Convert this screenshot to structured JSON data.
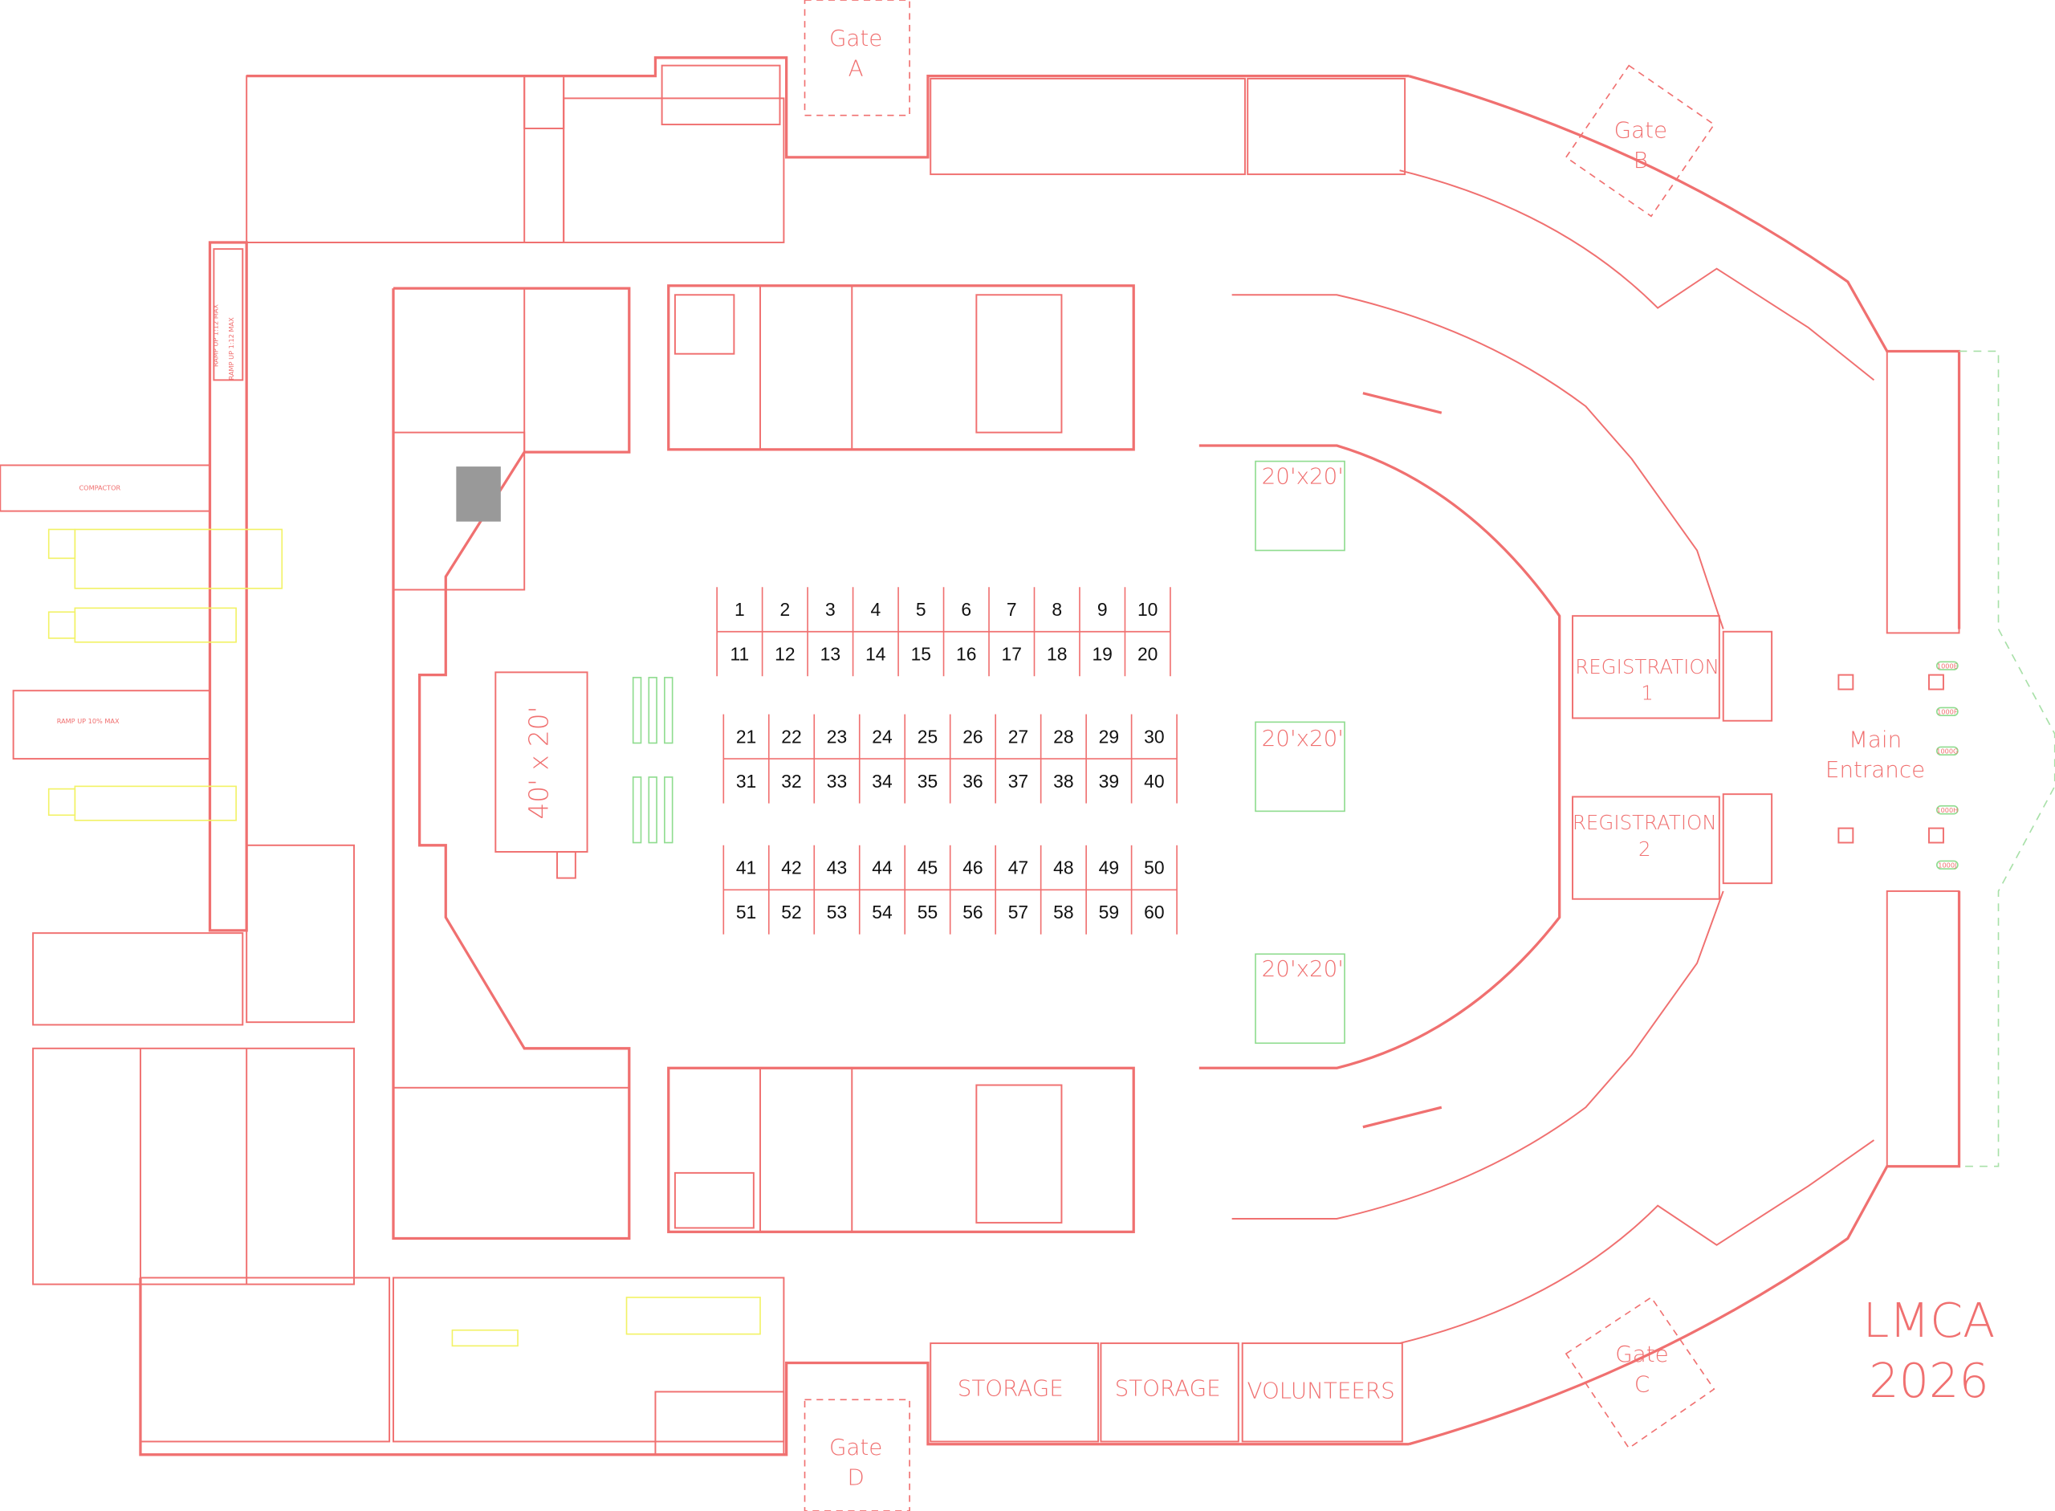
{
  "title": "LMCA 2026",
  "title_lines": [
    "LMCA",
    "2026"
  ],
  "gates": [
    {
      "name": "Gate",
      "letter": "A"
    },
    {
      "name": "Gate",
      "letter": "B"
    },
    {
      "name": "Gate",
      "letter": "C"
    },
    {
      "name": "Gate",
      "letter": "D"
    }
  ],
  "areas": {
    "stage": "40' x 20'",
    "booth_20x20": [
      "20'x20'",
      "20'x20'",
      "20'x20'"
    ],
    "registration_1": {
      "label": "REGISTRATION",
      "number": "1"
    },
    "registration_2": {
      "label": "REGISTRATION",
      "number": "2"
    },
    "main_entrance": [
      "Main",
      "Entrance"
    ],
    "storage_1": "STORAGE",
    "storage_2": "STORAGE",
    "volunteers": "VOLUNTEERS",
    "compactor": "COMPACTOR",
    "ramp_loading": "RAMP UP 10% MAX",
    "ramp_1": "RAMP UP 1:12 MAX",
    "ramp_2": "RAMP UP 1:12 MAX"
  },
  "booth_blocks": [
    [
      [
        1,
        2,
        3,
        4,
        5,
        6,
        7,
        8,
        9,
        10
      ],
      [
        11,
        12,
        13,
        14,
        15,
        16,
        17,
        18,
        19,
        20
      ]
    ],
    [
      [
        21,
        22,
        23,
        24,
        25,
        26,
        27,
        28,
        29,
        30
      ],
      [
        31,
        32,
        33,
        34,
        35,
        36,
        37,
        38,
        39,
        40
      ]
    ],
    [
      [
        41,
        42,
        43,
        44,
        45,
        46,
        47,
        48,
        49,
        50
      ],
      [
        51,
        52,
        53,
        54,
        55,
        56,
        57,
        58,
        59,
        60
      ]
    ]
  ],
  "door_tags": [
    "1000E",
    "1000F",
    "1000G",
    "1000H",
    "1000J"
  ],
  "colors": {
    "walls": "#f07070",
    "booth_text": "#111111",
    "open_booths": "#8fdc8f",
    "vehicles": "#f2f266"
  }
}
